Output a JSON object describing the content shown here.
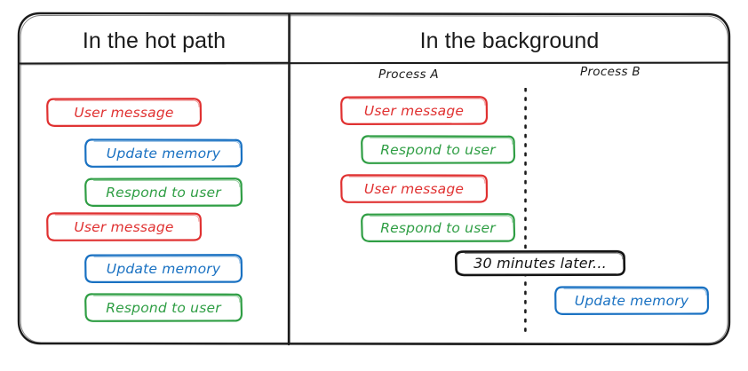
{
  "diagram": {
    "title_visible": false,
    "columns": [
      {
        "id": "hot-path",
        "header": "In the hot path"
      },
      {
        "id": "background",
        "header": "In the background"
      }
    ],
    "process_labels": [
      {
        "id": "process-a",
        "text": "Process A"
      },
      {
        "id": "process-b",
        "text": "Process B"
      }
    ],
    "colors": {
      "user_message": "#e03131",
      "update_memory": "#1971c2",
      "respond_to_user": "#2f9e44",
      "frame": "#1b1b1b",
      "annotation": "#141414",
      "background": "#ffffff"
    },
    "hot_path_steps": [
      {
        "label": "User message",
        "kind": "user-message",
        "color": "#e03131"
      },
      {
        "label": "Update memory",
        "kind": "update-memory",
        "color": "#1971c2"
      },
      {
        "label": "Respond to user",
        "kind": "respond-to-user",
        "color": "#2f9e44"
      },
      {
        "label": "User message",
        "kind": "user-message",
        "color": "#e03131"
      },
      {
        "label": "Update memory",
        "kind": "update-memory",
        "color": "#1971c2"
      },
      {
        "label": "Respond to user",
        "kind": "respond-to-user",
        "color": "#2f9e44"
      }
    ],
    "background_process_a_steps": [
      {
        "label": "User message",
        "kind": "user-message",
        "color": "#e03131"
      },
      {
        "label": "Respond to user",
        "kind": "respond-to-user",
        "color": "#2f9e44"
      },
      {
        "label": "User message",
        "kind": "user-message",
        "color": "#e03131"
      },
      {
        "label": "Respond to user",
        "kind": "respond-to-user",
        "color": "#2f9e44"
      }
    ],
    "background_process_b_steps": [
      {
        "label": "Update memory",
        "kind": "update-memory",
        "color": "#1971c2"
      }
    ],
    "annotation": {
      "label": "30 minutes later..."
    }
  }
}
